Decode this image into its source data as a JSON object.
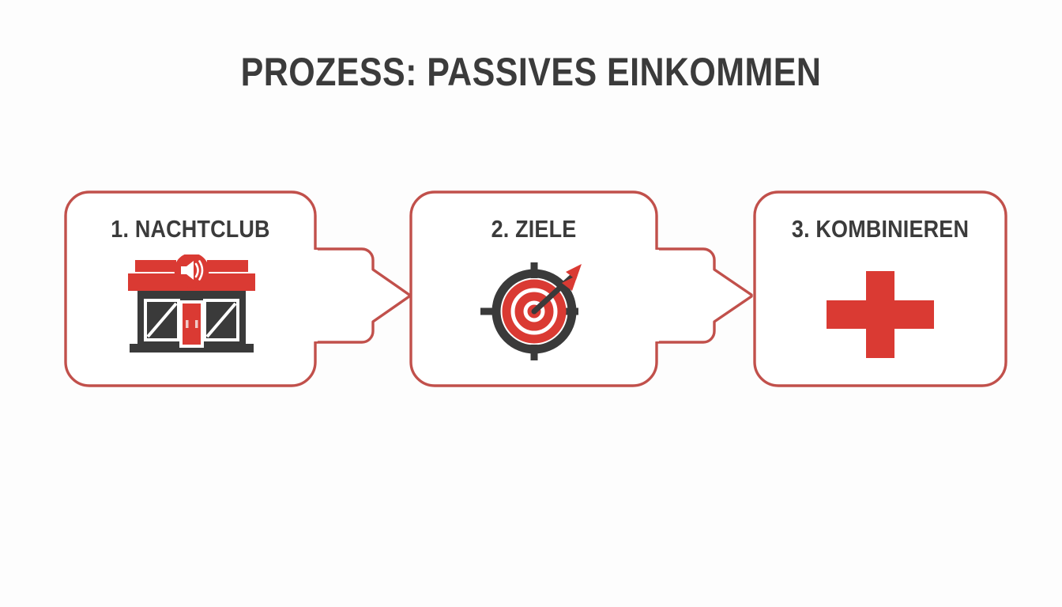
{
  "page": {
    "title": "PROZESS: PASSIVES EINKOMMEN",
    "background_color": "#fdfdfd",
    "title_color": "#3b3b3b"
  },
  "theme": {
    "border_red": "#c1504b",
    "icon_red": "#da3a33",
    "icon_dark": "#3a3a3a",
    "white": "#ffffff"
  },
  "flow": {
    "steps": [
      {
        "number": "1.",
        "label": "1. NACHTCLUB",
        "icon": "nightclub-building-icon"
      },
      {
        "number": "2.",
        "label": "2. ZIELE",
        "icon": "target-bullseye-arrow-icon"
      },
      {
        "number": "3.",
        "label": "3. KOMBINIEREN",
        "icon": "plus-cross-icon"
      }
    ],
    "connectors": [
      {
        "name": "arrow-step1-to-step2",
        "direction": "right"
      },
      {
        "name": "arrow-step2-to-step3",
        "direction": "right"
      }
    ]
  }
}
